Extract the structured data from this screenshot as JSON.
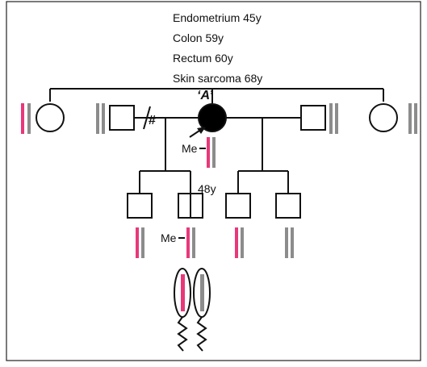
{
  "pedigree": {
    "proband_label": "‘A’",
    "cancers": [
      "Endometrium 45y",
      "Colon 59y",
      "Rectum 60y",
      "Skin sarcoma 68y"
    ],
    "hash_mark": "#",
    "son_age": "48y",
    "me_label": "Me",
    "colors": {
      "line": "#111111",
      "mutant_allele": "#e8387a",
      "normal_allele": "#8c8c8c",
      "affected_fill": "#000000",
      "frame": "#222222"
    }
  }
}
